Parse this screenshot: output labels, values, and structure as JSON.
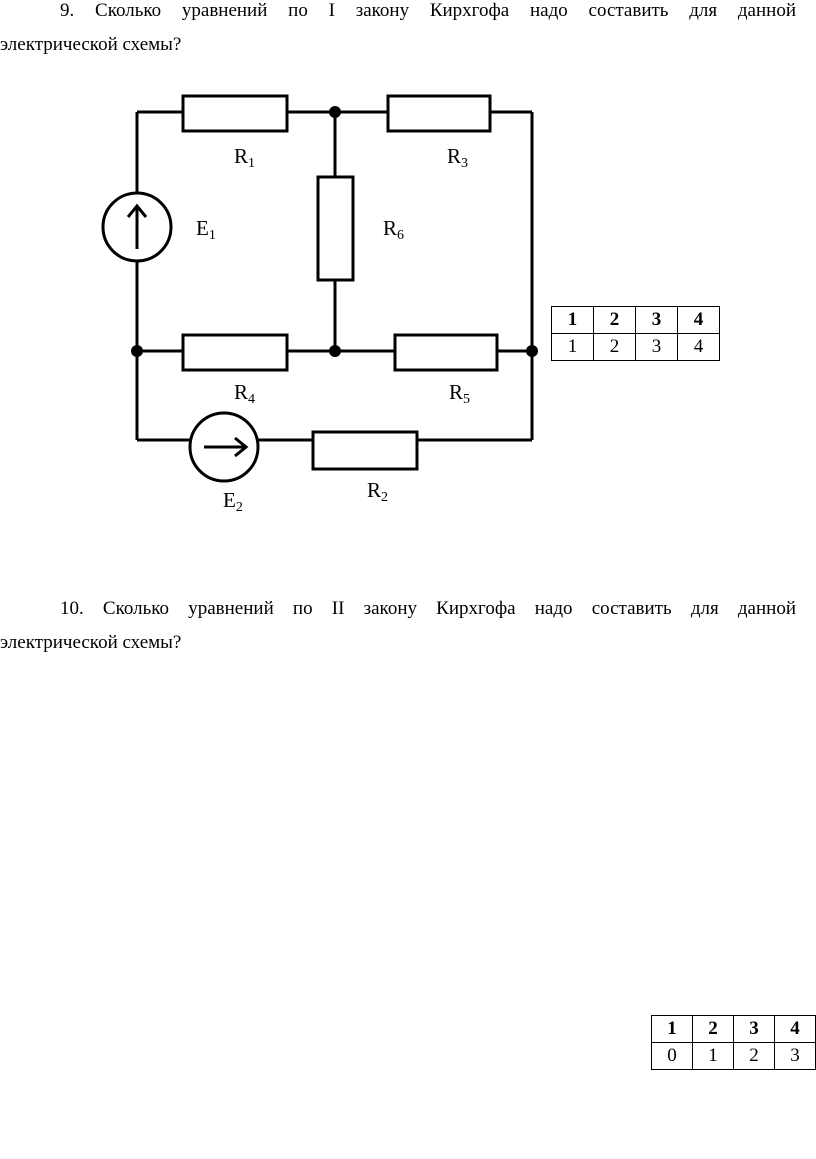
{
  "question9": {
    "line1": "9.  Сколько  уравнений  по  I  закону  Кирхгофа  надо  составить  для  данной",
    "line2": "электрической схемы?"
  },
  "circuit": {
    "labels": {
      "R1": {
        "base": "R",
        "sub": "1"
      },
      "R2": {
        "base": "R",
        "sub": "2"
      },
      "R3": {
        "base": "R",
        "sub": "3"
      },
      "R4": {
        "base": "R",
        "sub": "4"
      },
      "R5": {
        "base": "R",
        "sub": "5"
      },
      "R6": {
        "base": "R",
        "sub": "6"
      },
      "E1": {
        "base": "E",
        "sub": "1"
      },
      "E2": {
        "base": "E",
        "sub": "2"
      }
    }
  },
  "table9": {
    "header": [
      "1",
      "2",
      "3",
      "4"
    ],
    "values": [
      "1",
      "2",
      "3",
      "4"
    ]
  },
  "question10": {
    "line1": "10.  Сколько  уравнений  по  II  закону  Кирхгофа  надо  составить  для  данной",
    "line2": "электрической схемы?"
  },
  "table10": {
    "header": [
      "1",
      "2",
      "3",
      "4"
    ],
    "values": [
      "0",
      "1",
      "2",
      "3"
    ]
  }
}
